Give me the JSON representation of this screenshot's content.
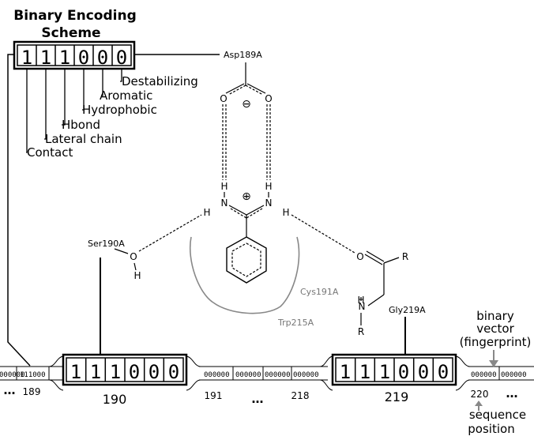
{
  "scheme": {
    "title_line1": "Binary Encoding",
    "title_line2": "Scheme",
    "bits": [
      "1",
      "1",
      "1",
      "0",
      "0",
      "0"
    ],
    "features": [
      "Destabilizing",
      "Aromatic",
      "Hydrophobic",
      "Hbond",
      "Lateral chain",
      "Contact"
    ]
  },
  "residues": {
    "asp": "Asp189A",
    "ser": "Ser190A",
    "cys": "Cys191A",
    "trp": "Trp215A",
    "gly": "Gly219A"
  },
  "atoms": {
    "o": "O",
    "h": "H",
    "n": "N",
    "r": "R",
    "minus": "⊖",
    "plus": "⊕"
  },
  "fingerprint": {
    "big_bits": [
      "1",
      "1",
      "1",
      "0",
      "0",
      "0"
    ],
    "small_segment": "000000",
    "small_segment_189": "111000",
    "label_189": "189",
    "label_190": "190",
    "label_191": "191",
    "label_218": "218",
    "label_219": "219",
    "label_220": "220",
    "ellipsis": "…",
    "ellipsis_mid": "…",
    "ellipsis_right": "…"
  },
  "annotations": {
    "binary_line1": "binary",
    "binary_line2": "vector",
    "binary_line3": "(fingerprint)",
    "sequence_line1": "sequence",
    "sequence_line2": "position"
  }
}
